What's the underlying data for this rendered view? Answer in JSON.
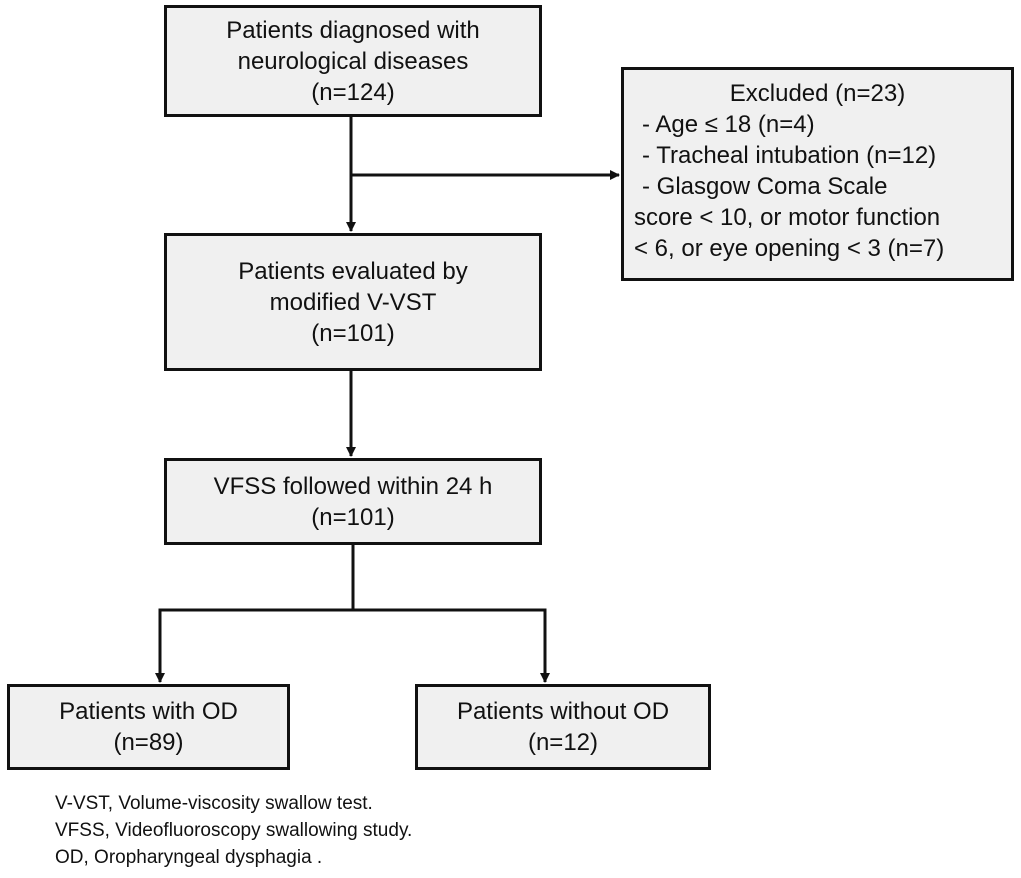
{
  "boxes": {
    "diagnosed": {
      "line1": "Patients diagnosed with",
      "line2": "neurological diseases",
      "count": "(n=124)"
    },
    "evaluated": {
      "line1": "Patients evaluated by",
      "line2": "modified V-VST",
      "count": "(n=101)"
    },
    "vfss": {
      "line1": "VFSS followed within 24 h",
      "count": "(n=101)"
    },
    "with_od": {
      "line1": "Patients with OD",
      "count": "(n=89)"
    },
    "without_od": {
      "line1": "Patients without OD",
      "count": "(n=12)"
    },
    "excluded": {
      "title": "Excluded (n=23)",
      "item1": "- Age ≤ 18 (n=4)",
      "item2": "- Tracheal intubation (n=12)",
      "item3": "- Glasgow Coma Scale",
      "item3_cont1": "score < 10, or motor function",
      "item3_cont2": "< 6, or eye opening < 3 (n=7)"
    }
  },
  "footnotes": [
    "V-VST, Volume-viscosity swallow test.",
    "VFSS, Videofluoroscopy swallowing study.",
    "OD, Oropharyngeal dysphagia ."
  ]
}
